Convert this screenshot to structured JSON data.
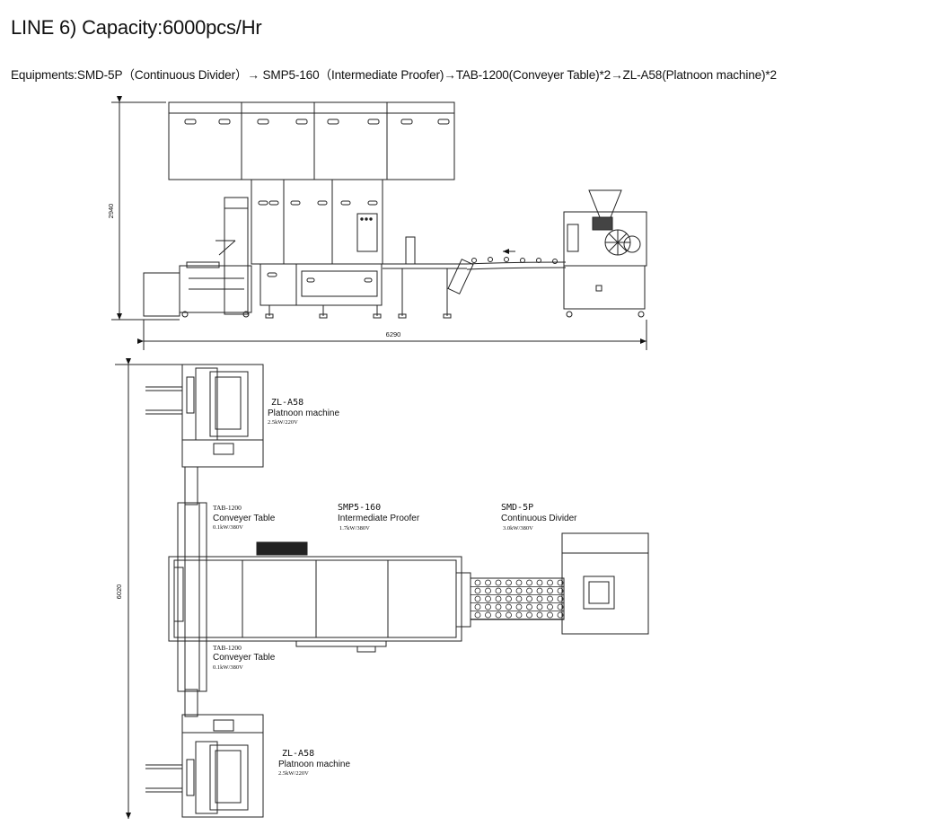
{
  "header": {
    "title": "LINE 6) Capacity:6000pcs/Hr",
    "equipments": "Equipments:SMD-5P（Continuous Divider）→ SMP5-160（Intermediate Proofer)→TAB-1200(Conveyer Table)*2→ZL-A58(Platnoon machine)*2"
  },
  "side_view": {
    "height_dim": "2940",
    "width_dim": "6290"
  },
  "top_view": {
    "height_dim": "6020",
    "machines": [
      {
        "code": "ZL-A58",
        "name": "Platnoon machine",
        "power": "2.5kW/220V"
      },
      {
        "code": "TAB-1200",
        "name": "Conveyer Table",
        "power": "0.1kW/380V"
      },
      {
        "code": "SMP5-160",
        "name": "Intermediate Proofer",
        "power": "1.7kW/380V"
      },
      {
        "code": "SMD-5P",
        "name": "Continuous Divider",
        "power": "3.0kW/380V"
      },
      {
        "code": "TAB-1200",
        "name": "Conveyer Table",
        "power": "0.1kW/380V"
      },
      {
        "code": "ZL-A58",
        "name": "Platnoon machine",
        "power": "2.5kW/220V"
      }
    ]
  }
}
